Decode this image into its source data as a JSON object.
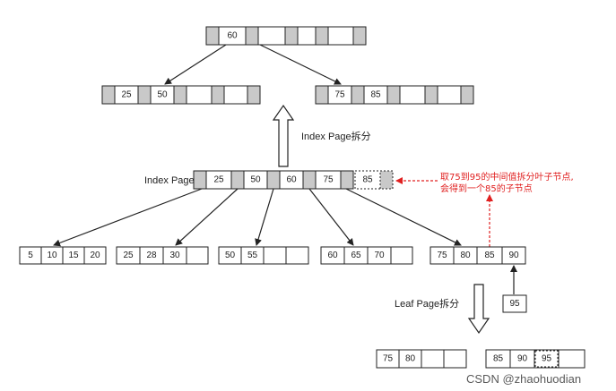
{
  "colors": {
    "sep": "#c9c9c9",
    "stroke": "#222222",
    "annot": "#e02020"
  },
  "root": [
    "60"
  ],
  "level2_left": [
    "25",
    "50"
  ],
  "level2_right": [
    "75",
    "85"
  ],
  "index_page": {
    "label": "Index Page",
    "keys": [
      "25",
      "50",
      "60",
      "75"
    ],
    "new_key": "85"
  },
  "index_split_label": "Index Page拆分",
  "leaves": [
    [
      "5",
      "10",
      "15",
      "20"
    ],
    [
      "25",
      "28",
      "30"
    ],
    [
      "50",
      "55"
    ],
    [
      "60",
      "65",
      "70"
    ],
    [
      "75",
      "80",
      "85",
      "90"
    ]
  ],
  "new_leaf_key": "95",
  "leaf_split_label": "Leaf Page拆分",
  "split_left": [
    "75",
    "80"
  ],
  "split_right": [
    "85",
    "90",
    "95"
  ],
  "annotation": {
    "line1": "取75到95的中间值拆分叶子节点,",
    "line2": "会得到一个85的子节点"
  },
  "watermark": "CSDN @zhaohuodian"
}
